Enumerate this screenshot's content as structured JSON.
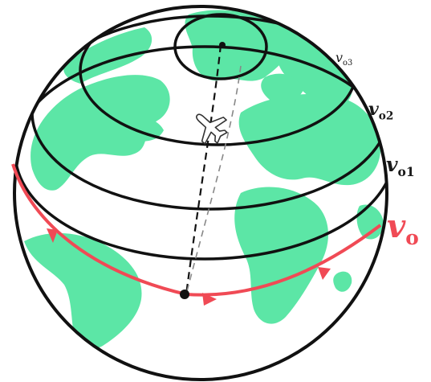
{
  "figure": {
    "labels": {
      "vo3": "v",
      "vo3_sub": "o3",
      "vo2": "v",
      "vo2_sub": "o2",
      "vo1": "v",
      "vo1_sub": "o1",
      "vo": "v",
      "vo_sub": "o"
    },
    "colors": {
      "land": "#5ce6a6",
      "ocean": "#ffffff",
      "outline": "#111111",
      "equator": "#f04a55",
      "label_vo": "#f04a55"
    },
    "icons": [
      "globe",
      "airplane-icon",
      "direction-arrow-icon",
      "pole-dot",
      "start-dot"
    ]
  }
}
